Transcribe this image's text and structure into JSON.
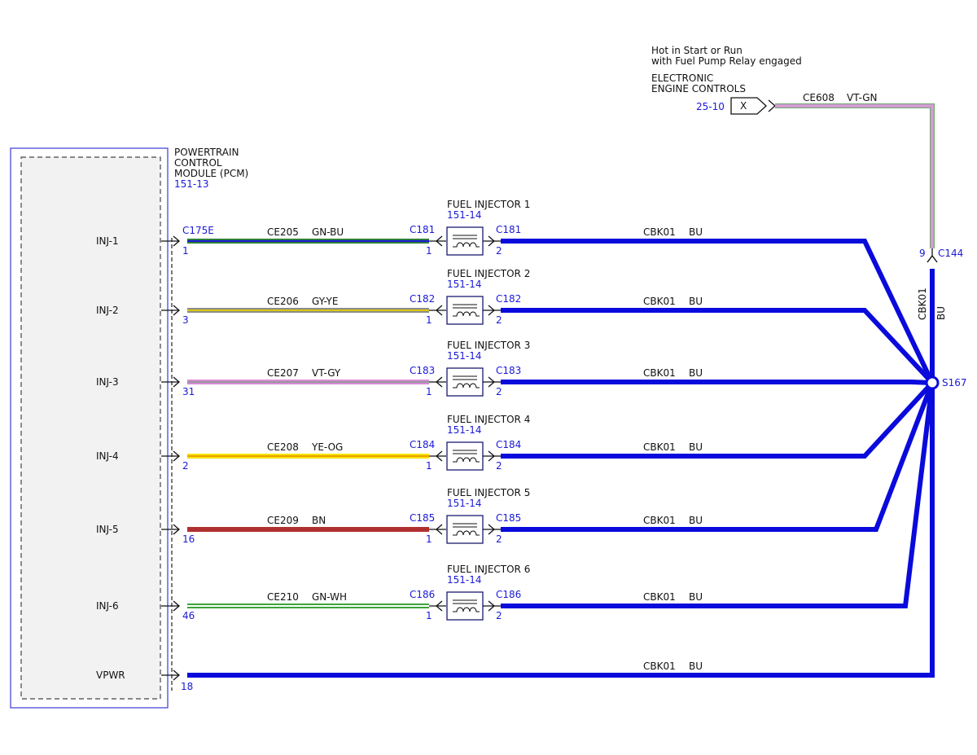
{
  "colors": {
    "blue_wire": "#0a0adc",
    "label_blue": "#1a1ad6",
    "module_fill": "#f2f2f2",
    "module_border": "#3b3bd6",
    "GN-BU": [
      "#2e7d3a",
      "#1a1ad6"
    ],
    "GY-YE": [
      "#8c8c8c",
      "#d8c800"
    ],
    "VT-GY": [
      "#d989d9",
      "#999999"
    ],
    "YE-OG": [
      "#f2e600",
      "#f0a000"
    ],
    "BN": [
      "#b03030",
      "#b03030"
    ],
    "GN-WH": [
      "#3aa43a",
      "#ffffff"
    ],
    "VT-GN": [
      "#d39bd3",
      "#6aa86a"
    ]
  },
  "top_source": {
    "line1": "Hot in Start or Run",
    "line2": "with Fuel Pump Relay engaged",
    "section_line1": "ELECTRONIC",
    "section_line2": "ENGINE CONTROLS",
    "ref": "25-10",
    "symbol": "X",
    "circuit": "CE608",
    "color": "VT-GN"
  },
  "module": {
    "line1": "POWERTRAIN",
    "line2": "CONTROL",
    "line3": "MODULE (PCM)",
    "ref": "151-13",
    "connector": "C175E"
  },
  "rows": [
    {
      "pin_name": "INJ-1",
      "pcm_pin": "1",
      "circuit": "CE205",
      "color": "GN-BU",
      "injector": "FUEL INJECTOR 1",
      "inj_ref": "151-14",
      "conn": "C181",
      "in_pin": "1",
      "out_pin": "2",
      "ret_circuit": "CBK01",
      "ret_color": "BU"
    },
    {
      "pin_name": "INJ-2",
      "pcm_pin": "3",
      "circuit": "CE206",
      "color": "GY-YE",
      "injector": "FUEL INJECTOR 2",
      "inj_ref": "151-14",
      "conn": "C182",
      "in_pin": "1",
      "out_pin": "2",
      "ret_circuit": "CBK01",
      "ret_color": "BU"
    },
    {
      "pin_name": "INJ-3",
      "pcm_pin": "31",
      "circuit": "CE207",
      "color": "VT-GY",
      "injector": "FUEL INJECTOR 3",
      "inj_ref": "151-14",
      "conn": "C183",
      "in_pin": "1",
      "out_pin": "2",
      "ret_circuit": "CBK01",
      "ret_color": "BU"
    },
    {
      "pin_name": "INJ-4",
      "pcm_pin": "2",
      "circuit": "CE208",
      "color": "YE-OG",
      "injector": "FUEL INJECTOR 4",
      "inj_ref": "151-14",
      "conn": "C184",
      "in_pin": "1",
      "out_pin": "2",
      "ret_circuit": "CBK01",
      "ret_color": "BU"
    },
    {
      "pin_name": "INJ-5",
      "pcm_pin": "16",
      "circuit": "CE209",
      "color": "BN",
      "injector": "FUEL INJECTOR 5",
      "inj_ref": "151-14",
      "conn": "C185",
      "in_pin": "1",
      "out_pin": "2",
      "ret_circuit": "CBK01",
      "ret_color": "BU"
    },
    {
      "pin_name": "INJ-6",
      "pcm_pin": "46",
      "circuit": "CE210",
      "color": "GN-WH",
      "injector": "FUEL INJECTOR 6",
      "inj_ref": "151-14",
      "conn": "C186",
      "in_pin": "1",
      "out_pin": "2",
      "ret_circuit": "CBK01",
      "ret_color": "BU"
    }
  ],
  "vpwr": {
    "pin_name": "VPWR",
    "pcm_pin": "18",
    "circuit": "CBK01",
    "color": "BU"
  },
  "splice": {
    "label": "S167"
  },
  "c144": {
    "pin": "9",
    "label": "C144"
  },
  "vertical_wire": {
    "circuit": "CBK01",
    "color": "BU"
  }
}
